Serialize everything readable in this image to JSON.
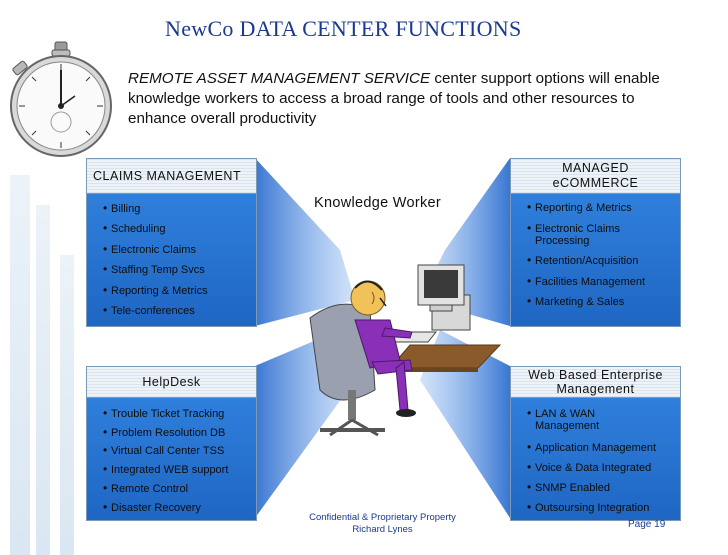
{
  "title": "NewCo DATA CENTER FUNCTIONS",
  "intro": {
    "emphasis": "REMOTE ASSET MANAGEMENT SERVICE",
    "line1_rest": " center support options will enable",
    "line2": "knowledge workers to access a broad range of tools and other resources to",
    "line3": "enhance overall productivity"
  },
  "center_label": "Knowledge Worker",
  "boxes": {
    "claims": {
      "title": "CLAIMS MANAGEMENT",
      "items": [
        "Billing",
        "Scheduling",
        "Electronic Claims",
        "Staffing Temp Svcs",
        "Reporting & Metrics",
        "Tele-conferences"
      ]
    },
    "ecommerce": {
      "title_line1": "MANAGED",
      "title_line2": "eCOMMERCE",
      "items": [
        "Reporting & Metrics",
        "Electronic Claims",
        "Processing",
        "Retention/Acquisition",
        "Facilities Management",
        "Marketing & Sales"
      ]
    },
    "helpdesk": {
      "title": "HelpDesk",
      "items": [
        "Trouble Ticket Tracking",
        "Problem Resolution DB",
        "Virtual Call Center TSS",
        "Integrated WEB support",
        "Remote Control",
        "Disaster Recovery"
      ]
    },
    "enterprise": {
      "title_line1": "Web Based Enterprise",
      "title_line2": "Management",
      "items": [
        "LAN & WAN",
        "Management",
        "Application Management",
        "Voice & Data Integrated",
        "SNMP Enabled",
        "Outsoursing Integration"
      ]
    }
  },
  "footer": {
    "line1": "Confidential & Proprietary Property",
    "line2": "Richard Lynes",
    "page": "Page 19"
  },
  "colors": {
    "title": "#1a3a8f",
    "box_body": "#2e7bd6",
    "beam": "#2f6fd0"
  }
}
